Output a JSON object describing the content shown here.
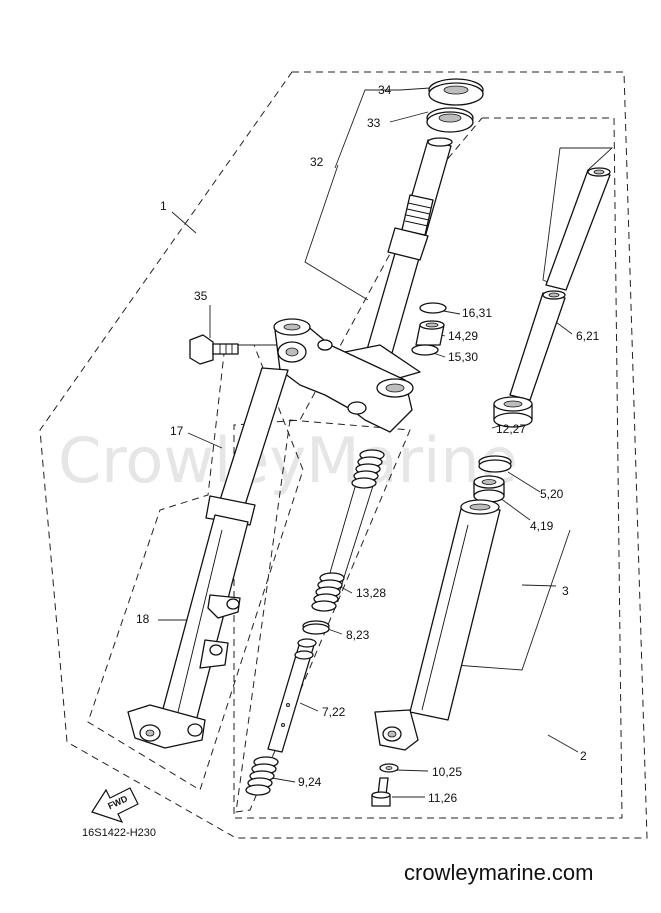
{
  "watermark": "CrowleyMarine",
  "diagram_code": "16S1422-H230",
  "fwd_label": "FWD",
  "footer_url": "crowleymarine.com",
  "callouts": {
    "p1": "1",
    "p2": "2",
    "p3": "3",
    "p4_19": "4,19",
    "p5_20": "5,20",
    "p6_21": "6,21",
    "p7_22": "7,22",
    "p8_23": "8,23",
    "p9_24": "9,24",
    "p10_25": "10,25",
    "p11_26": "11,26",
    "p12_27": "12,27",
    "p13_28": "13,28",
    "p14_29": "14,29",
    "p15_30": "15,30",
    "p16_31": "16,31",
    "p17": "17",
    "p18": "18",
    "p32": "32",
    "p33": "33",
    "p34": "34",
    "p35": "35"
  }
}
